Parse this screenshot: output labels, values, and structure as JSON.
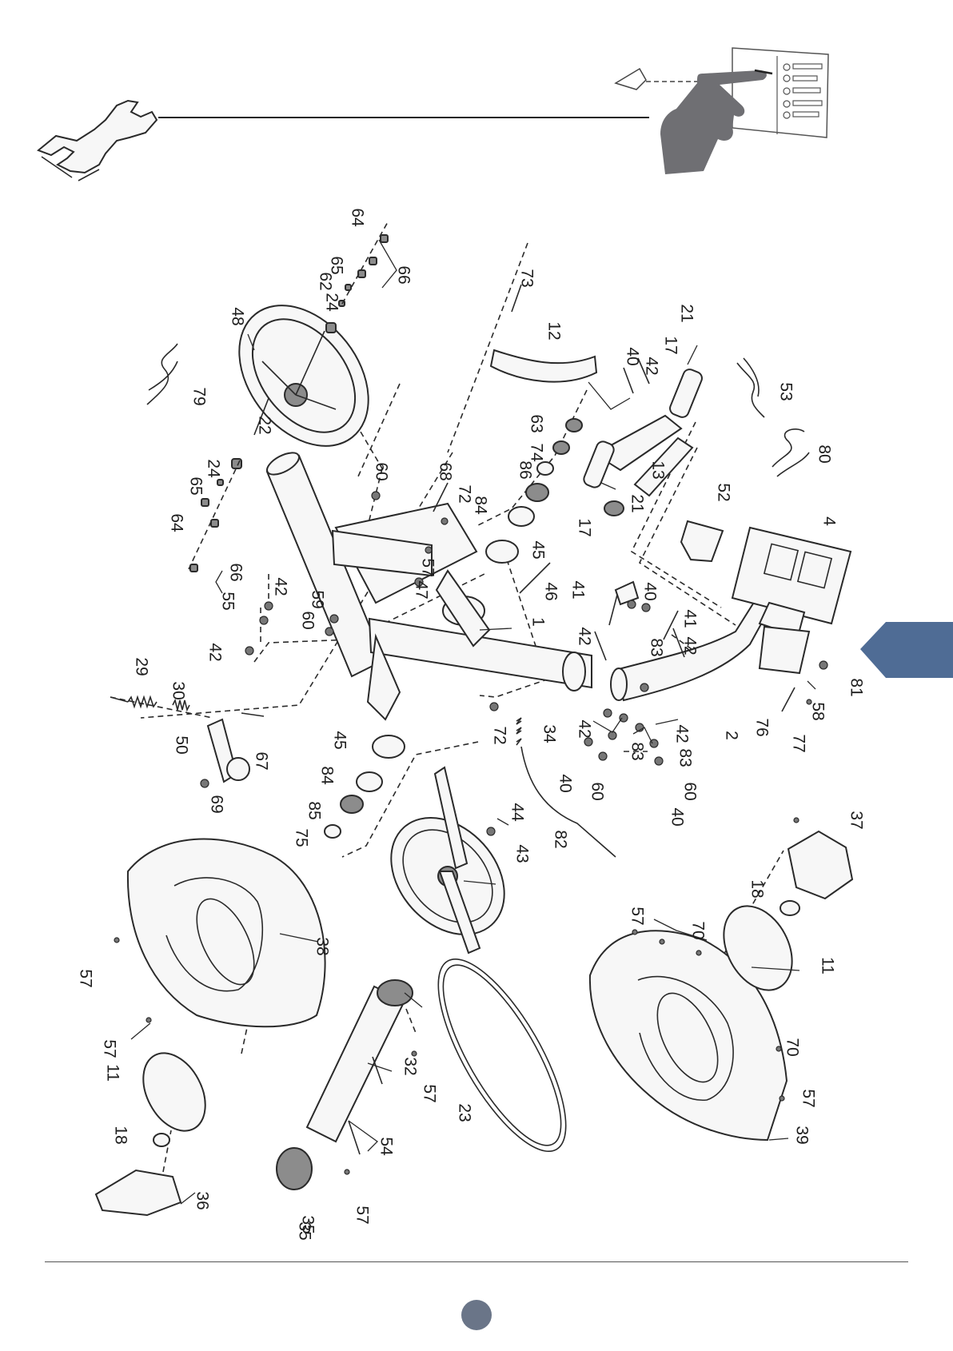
{
  "page": {
    "accent_color": "#4f6c95",
    "page_dot_color": "#6a7588"
  },
  "icons": {
    "header_left": "wrench-icon",
    "header_right": "hand-pointing-checklist-icon",
    "side_tab": "side-tab-arrow"
  },
  "parts": {
    "labels": [
      "1",
      "2",
      "4",
      "11",
      "12",
      "13",
      "17",
      "18",
      "21",
      "22",
      "23",
      "24",
      "29",
      "30",
      "32",
      "34",
      "35",
      "36",
      "37",
      "38",
      "39",
      "40",
      "41",
      "42",
      "43",
      "44",
      "45",
      "46",
      "47",
      "48",
      "50",
      "52",
      "53",
      "54",
      "55",
      "57",
      "58",
      "59",
      "60",
      "62",
      "63",
      "64",
      "65",
      "66",
      "67",
      "68",
      "69",
      "70",
      "72",
      "73",
      "74",
      "75",
      "76",
      "77",
      "79",
      "80",
      "81",
      "82",
      "83",
      "84",
      "85",
      "86"
    ],
    "callouts": [
      {
        "n": "64"
      },
      {
        "n": "65"
      },
      {
        "n": "62"
      },
      {
        "n": "24"
      },
      {
        "n": "66"
      },
      {
        "n": "48"
      },
      {
        "n": "79"
      },
      {
        "n": "22"
      },
      {
        "n": "24"
      },
      {
        "n": "65"
      },
      {
        "n": "64"
      },
      {
        "n": "66"
      },
      {
        "n": "60"
      },
      {
        "n": "55"
      },
      {
        "n": "42"
      },
      {
        "n": "42"
      },
      {
        "n": "29"
      },
      {
        "n": "30"
      },
      {
        "n": "50"
      },
      {
        "n": "69"
      },
      {
        "n": "67"
      },
      {
        "n": "59"
      },
      {
        "n": "60"
      },
      {
        "n": "57"
      },
      {
        "n": "47"
      },
      {
        "n": "73"
      },
      {
        "n": "12"
      },
      {
        "n": "68"
      },
      {
        "n": "72"
      },
      {
        "n": "63"
      },
      {
        "n": "74"
      },
      {
        "n": "86"
      },
      {
        "n": "84"
      },
      {
        "n": "45"
      },
      {
        "n": "46"
      },
      {
        "n": "1"
      },
      {
        "n": "21"
      },
      {
        "n": "17"
      },
      {
        "n": "40"
      },
      {
        "n": "42"
      },
      {
        "n": "13"
      },
      {
        "n": "17"
      },
      {
        "n": "21"
      },
      {
        "n": "53"
      },
      {
        "n": "80"
      },
      {
        "n": "52"
      },
      {
        "n": "4"
      },
      {
        "n": "41"
      },
      {
        "n": "42"
      },
      {
        "n": "40"
      },
      {
        "n": "83"
      },
      {
        "n": "41"
      },
      {
        "n": "42"
      },
      {
        "n": "81"
      },
      {
        "n": "58"
      },
      {
        "n": "76"
      },
      {
        "n": "77"
      },
      {
        "n": "2"
      },
      {
        "n": "72"
      },
      {
        "n": "34"
      },
      {
        "n": "42"
      },
      {
        "n": "83"
      },
      {
        "n": "42"
      },
      {
        "n": "83"
      },
      {
        "n": "40"
      },
      {
        "n": "60"
      },
      {
        "n": "60"
      },
      {
        "n": "40"
      },
      {
        "n": "82"
      },
      {
        "n": "44"
      },
      {
        "n": "43"
      },
      {
        "n": "45"
      },
      {
        "n": "84"
      },
      {
        "n": "85"
      },
      {
        "n": "75"
      },
      {
        "n": "38"
      },
      {
        "n": "57"
      },
      {
        "n": "57"
      },
      {
        "n": "11"
      },
      {
        "n": "18"
      },
      {
        "n": "36"
      },
      {
        "n": "35"
      },
      {
        "n": "32"
      },
      {
        "n": "57"
      },
      {
        "n": "54"
      },
      {
        "n": "35"
      },
      {
        "n": "57"
      },
      {
        "n": "23"
      },
      {
        "n": "37"
      },
      {
        "n": "18"
      },
      {
        "n": "57"
      },
      {
        "n": "70"
      },
      {
        "n": "11"
      },
      {
        "n": "70"
      },
      {
        "n": "57"
      },
      {
        "n": "39"
      }
    ]
  }
}
